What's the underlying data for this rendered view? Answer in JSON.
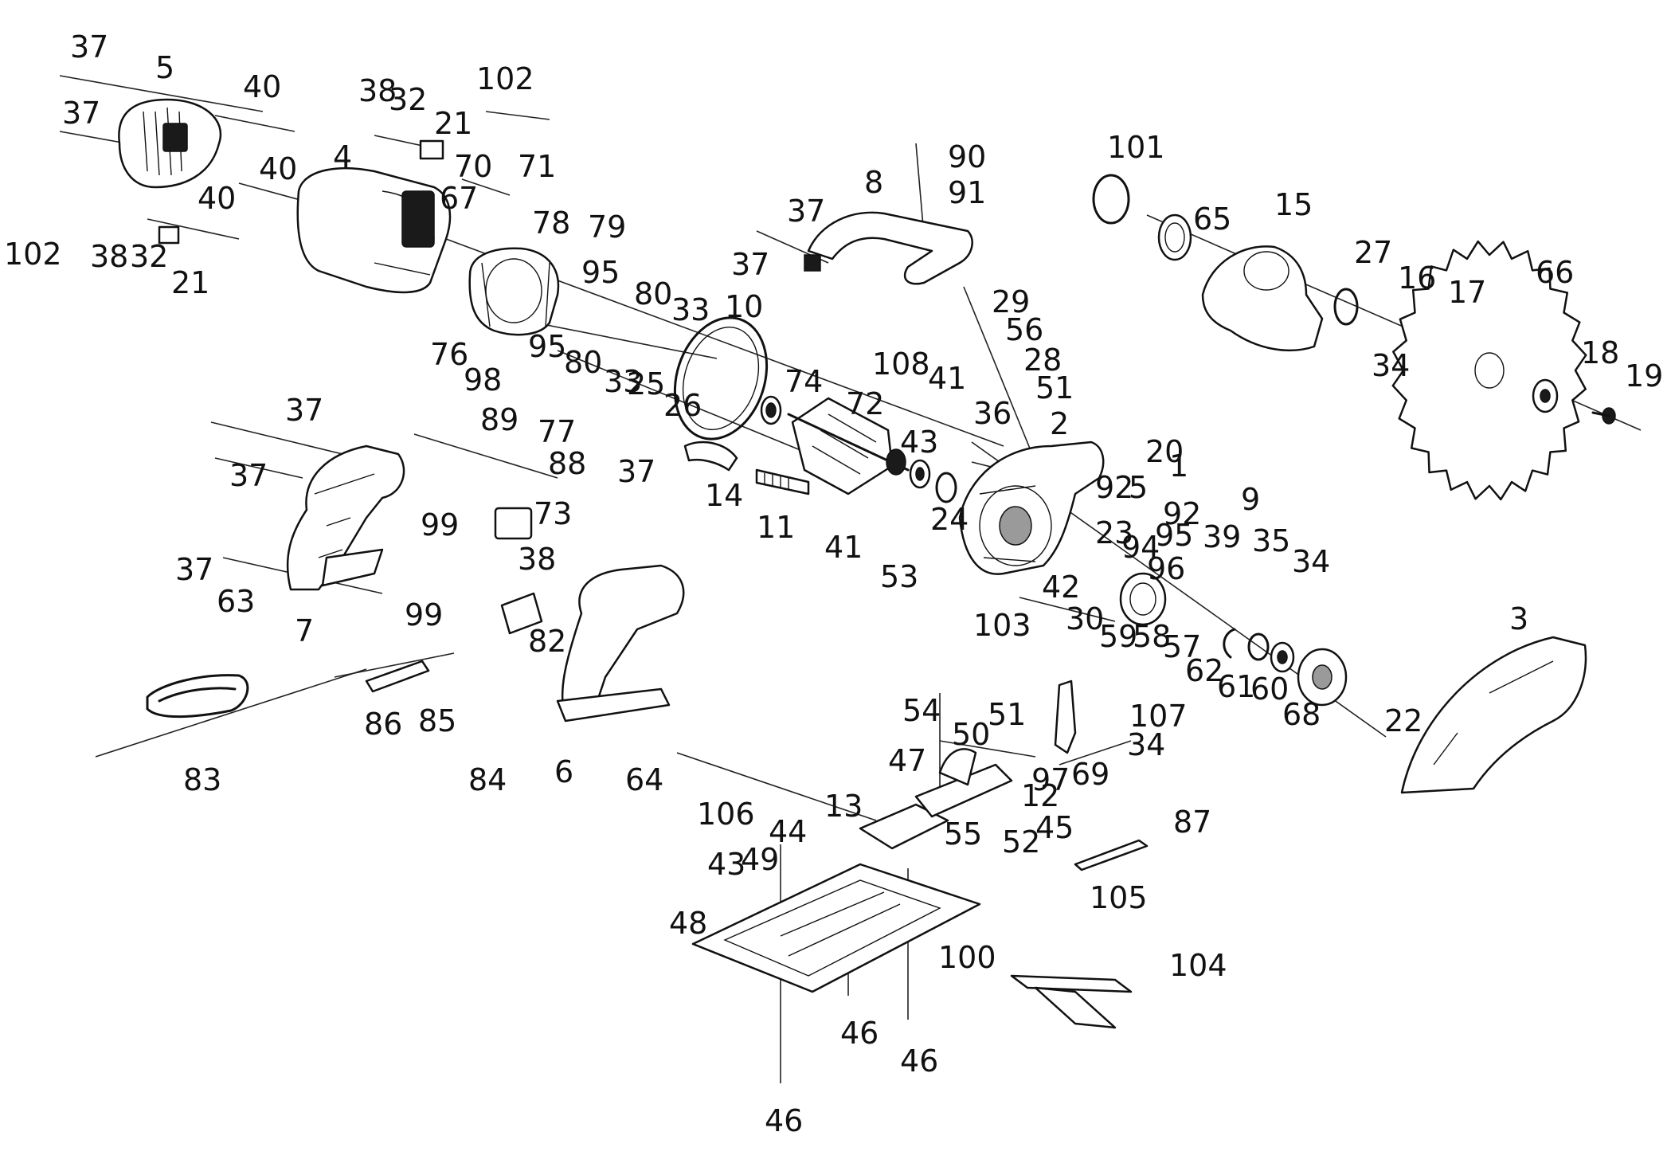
{
  "diagram": {
    "labels": [
      {
        "id": "37a",
        "text": "37"
      },
      {
        "id": "5",
        "text": "5"
      },
      {
        "id": "40a",
        "text": "40"
      },
      {
        "id": "37b",
        "text": "37"
      },
      {
        "id": "38a",
        "text": "38"
      },
      {
        "id": "32a",
        "text": "32"
      },
      {
        "id": "21a",
        "text": "21"
      },
      {
        "id": "102a",
        "text": "102"
      },
      {
        "id": "40b",
        "text": "40"
      },
      {
        "id": "4",
        "text": "4"
      },
      {
        "id": "70",
        "text": "70"
      },
      {
        "id": "71",
        "text": "71"
      },
      {
        "id": "40c",
        "text": "40"
      },
      {
        "id": "67",
        "text": "67"
      },
      {
        "id": "102b",
        "text": "102"
      },
      {
        "id": "38b",
        "text": "38"
      },
      {
        "id": "32b",
        "text": "32"
      },
      {
        "id": "21b",
        "text": "21"
      },
      {
        "id": "90",
        "text": "90"
      },
      {
        "id": "91",
        "text": "91"
      },
      {
        "id": "8",
        "text": "8"
      },
      {
        "id": "101",
        "text": "101"
      },
      {
        "id": "65",
        "text": "65"
      },
      {
        "id": "15",
        "text": "15"
      },
      {
        "id": "37c",
        "text": "37"
      },
      {
        "id": "37d",
        "text": "37"
      },
      {
        "id": "78",
        "text": "78"
      },
      {
        "id": "79",
        "text": "79"
      },
      {
        "id": "27",
        "text": "27"
      },
      {
        "id": "16",
        "text": "16"
      },
      {
        "id": "17",
        "text": "17"
      },
      {
        "id": "66",
        "text": "66"
      },
      {
        "id": "95a",
        "text": "95"
      },
      {
        "id": "80a",
        "text": "80"
      },
      {
        "id": "33a",
        "text": "33"
      },
      {
        "id": "10",
        "text": "10"
      },
      {
        "id": "29",
        "text": "29"
      },
      {
        "id": "56",
        "text": "56"
      },
      {
        "id": "34a",
        "text": "34"
      },
      {
        "id": "18",
        "text": "18"
      },
      {
        "id": "19",
        "text": "19"
      },
      {
        "id": "95b",
        "text": "95"
      },
      {
        "id": "80b",
        "text": "80"
      },
      {
        "id": "33b",
        "text": "33"
      },
      {
        "id": "25",
        "text": "25"
      },
      {
        "id": "28",
        "text": "28"
      },
      {
        "id": "76",
        "text": "76"
      },
      {
        "id": "108",
        "text": "108"
      },
      {
        "id": "41a",
        "text": "41"
      },
      {
        "id": "98",
        "text": "98"
      },
      {
        "id": "26",
        "text": "26"
      },
      {
        "id": "74",
        "text": "74"
      },
      {
        "id": "51a",
        "text": "51"
      },
      {
        "id": "37e",
        "text": "37"
      },
      {
        "id": "89",
        "text": "89"
      },
      {
        "id": "77",
        "text": "77"
      },
      {
        "id": "72",
        "text": "72"
      },
      {
        "id": "36",
        "text": "36"
      },
      {
        "id": "2",
        "text": "2"
      },
      {
        "id": "43a",
        "text": "43"
      },
      {
        "id": "37f",
        "text": "37"
      },
      {
        "id": "88",
        "text": "88"
      },
      {
        "id": "20",
        "text": "20"
      },
      {
        "id": "1",
        "text": "1"
      },
      {
        "id": "37g",
        "text": "37"
      },
      {
        "id": "14",
        "text": "14"
      },
      {
        "id": "92a",
        "text": "92"
      },
      {
        "id": "5x",
        "text": "5"
      },
      {
        "id": "92b",
        "text": "92"
      },
      {
        "id": "9",
        "text": "9"
      },
      {
        "id": "73",
        "text": "73"
      },
      {
        "id": "99a",
        "text": "99"
      },
      {
        "id": "11",
        "text": "11"
      },
      {
        "id": "24",
        "text": "24"
      },
      {
        "id": "23",
        "text": "23"
      },
      {
        "id": "95c",
        "text": "95"
      },
      {
        "id": "39",
        "text": "39"
      },
      {
        "id": "35",
        "text": "35"
      },
      {
        "id": "37h",
        "text": "37"
      },
      {
        "id": "41b",
        "text": "41"
      },
      {
        "id": "94",
        "text": "94"
      },
      {
        "id": "34b",
        "text": "34"
      },
      {
        "id": "38c",
        "text": "38"
      },
      {
        "id": "63",
        "text": "63"
      },
      {
        "id": "53",
        "text": "53"
      },
      {
        "id": "96",
        "text": "96"
      },
      {
        "id": "99b",
        "text": "99"
      },
      {
        "id": "42",
        "text": "42"
      },
      {
        "id": "7",
        "text": "7"
      },
      {
        "id": "82",
        "text": "82"
      },
      {
        "id": "103",
        "text": "103"
      },
      {
        "id": "30",
        "text": "30"
      },
      {
        "id": "3",
        "text": "3"
      },
      {
        "id": "59",
        "text": "59"
      },
      {
        "id": "58",
        "text": "58"
      },
      {
        "id": "57",
        "text": "57"
      },
      {
        "id": "62",
        "text": "62"
      },
      {
        "id": "61",
        "text": "61"
      },
      {
        "id": "60",
        "text": "60"
      },
      {
        "id": "86",
        "text": "86"
      },
      {
        "id": "85",
        "text": "85"
      },
      {
        "id": "107",
        "text": "107"
      },
      {
        "id": "68",
        "text": "68"
      },
      {
        "id": "22",
        "text": "22"
      },
      {
        "id": "54",
        "text": "54"
      },
      {
        "id": "51b",
        "text": "51"
      },
      {
        "id": "50",
        "text": "50"
      },
      {
        "id": "34c",
        "text": "34"
      },
      {
        "id": "83",
        "text": "83"
      },
      {
        "id": "84",
        "text": "84"
      },
      {
        "id": "6",
        "text": "6"
      },
      {
        "id": "64",
        "text": "64"
      },
      {
        "id": "47",
        "text": "47"
      },
      {
        "id": "97",
        "text": "97"
      },
      {
        "id": "69",
        "text": "69"
      },
      {
        "id": "12",
        "text": "12"
      },
      {
        "id": "106",
        "text": "106"
      },
      {
        "id": "13",
        "text": "13"
      },
      {
        "id": "45",
        "text": "45"
      },
      {
        "id": "44",
        "text": "44"
      },
      {
        "id": "87",
        "text": "87"
      },
      {
        "id": "52",
        "text": "52"
      },
      {
        "id": "43b",
        "text": "43"
      },
      {
        "id": "49",
        "text": "49"
      },
      {
        "id": "55",
        "text": "55"
      },
      {
        "id": "105",
        "text": "105"
      },
      {
        "id": "48",
        "text": "48"
      },
      {
        "id": "100",
        "text": "100"
      },
      {
        "id": "104",
        "text": "104"
      },
      {
        "id": "46a",
        "text": "46"
      },
      {
        "id": "46b",
        "text": "46"
      },
      {
        "id": "46c",
        "text": "46"
      }
    ]
  }
}
